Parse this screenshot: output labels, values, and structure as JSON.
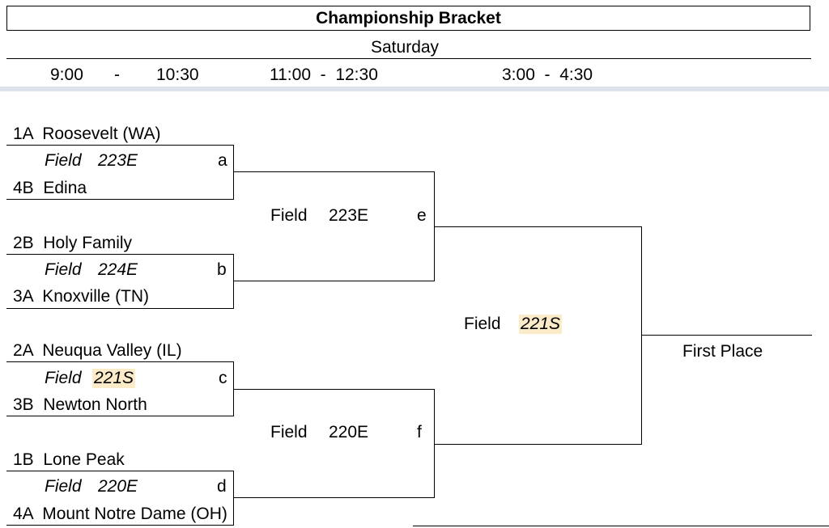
{
  "title": "Championship Bracket",
  "day": "Saturday",
  "time_slots": {
    "slot1_start": "9:00",
    "slot1_dash": "-",
    "slot1_end": "10:30",
    "slot2": "11:00  -  12:30",
    "slot3": "3:00  -  4:30"
  },
  "round1": [
    {
      "team_top": "1A  Roosevelt (WA)",
      "field_label": "Field",
      "field_num": "223E",
      "letter": "a",
      "team_bottom": "4B  Edina"
    },
    {
      "team_top": "2B  Holy Family",
      "field_label": "Field",
      "field_num": "224E",
      "letter": "b",
      "team_bottom": "3A  Knoxville (TN)"
    },
    {
      "team_top": "2A  Neuqua Valley (IL)",
      "field_label": "Field",
      "field_num": "221S",
      "letter": "c",
      "team_bottom": "3B  Newton North"
    },
    {
      "team_top": "1B  Lone Peak",
      "field_label": "Field",
      "field_num": "220E",
      "letter": "d",
      "team_bottom": "4A  Mount Notre Dame (OH)"
    }
  ],
  "round2": [
    {
      "field_label": "Field",
      "field_num": "223E",
      "letter": "e"
    },
    {
      "field_label": "Field",
      "field_num": "220E",
      "letter": "f"
    }
  ],
  "final": {
    "field_label": "Field",
    "field_num": "221S"
  },
  "winner_label": "First Place",
  "colors": {
    "highlight": "#fcebc9",
    "separator": "#dde3ea"
  }
}
